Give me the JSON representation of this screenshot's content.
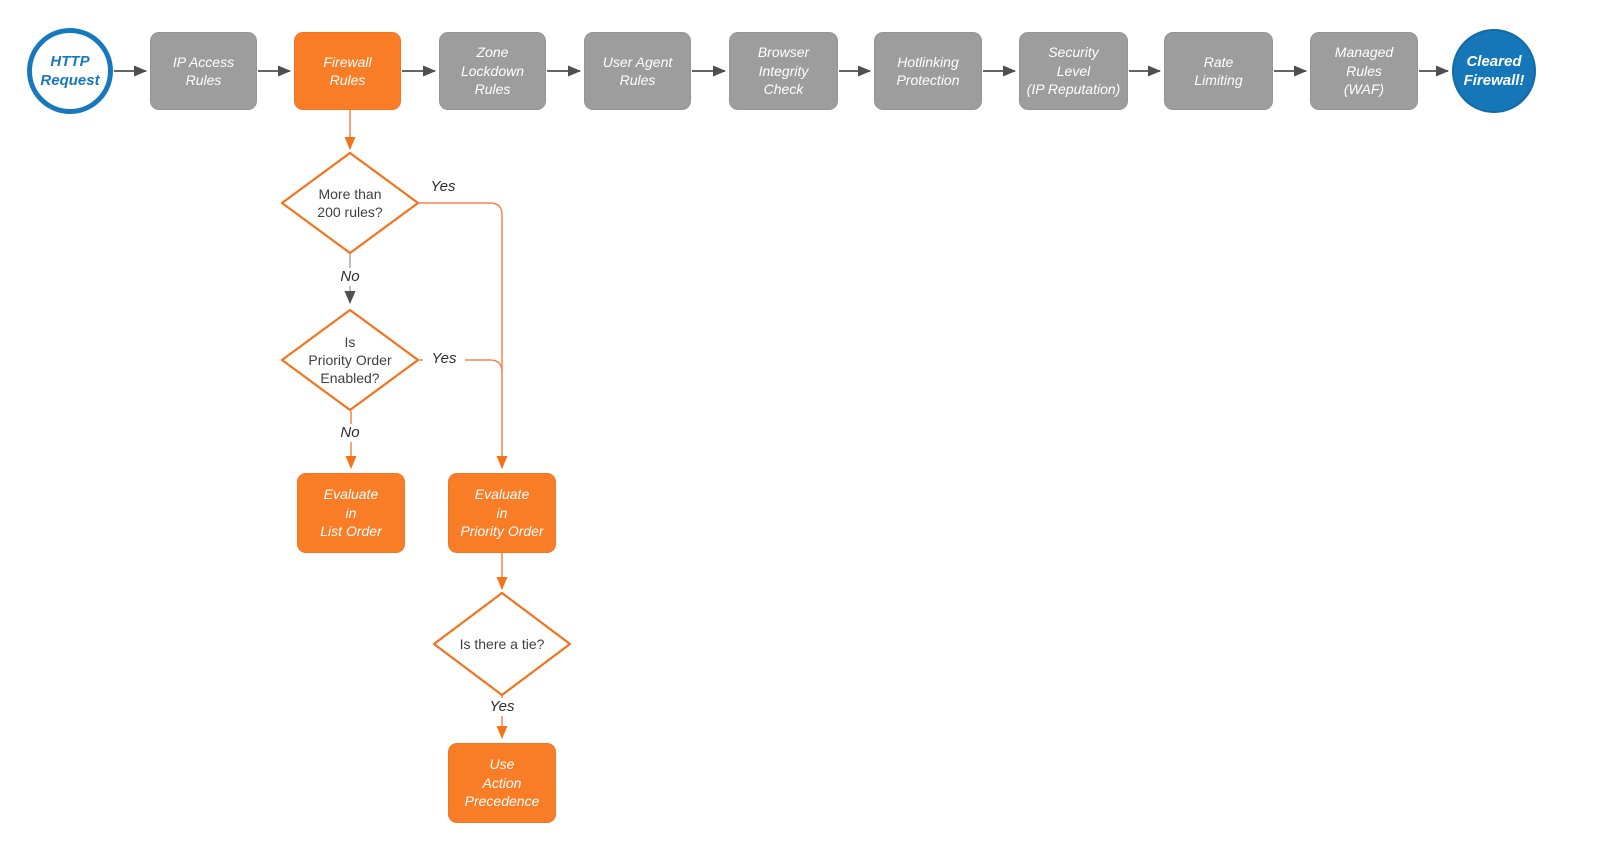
{
  "colors": {
    "accent_orange": "#f87d26",
    "node_gray": "#9d9d9d",
    "brand_blue": "#1878be",
    "wire_gray": "#4f4f4f",
    "wire_orange": "#f6854c",
    "diamond_stroke": "#f4731a"
  },
  "pipeline": [
    {
      "id": "http-request",
      "label": "HTTP\nRequest",
      "type": "start"
    },
    {
      "id": "ip-access-rules",
      "label": "IP Access\nRules",
      "type": "step"
    },
    {
      "id": "firewall-rules",
      "label": "Firewall\nRules",
      "type": "step-highlight"
    },
    {
      "id": "zone-lockdown-rules",
      "label": "Zone\nLockdown\nRules",
      "type": "step"
    },
    {
      "id": "user-agent-rules",
      "label": "User Agent\nRules",
      "type": "step"
    },
    {
      "id": "browser-integrity-check",
      "label": "Browser\nIntegrity\nCheck",
      "type": "step"
    },
    {
      "id": "hotlinking-protection",
      "label": "Hotlinking\nProtection",
      "type": "step"
    },
    {
      "id": "security-level",
      "label": "Security\nLevel\n(IP Reputation)",
      "type": "step"
    },
    {
      "id": "rate-limiting",
      "label": "Rate\nLimiting",
      "type": "step"
    },
    {
      "id": "managed-rules-waf",
      "label": "Managed\nRules\n(WAF)",
      "type": "step"
    },
    {
      "id": "cleared-firewall",
      "label": "Cleared\nFirewall!",
      "type": "end"
    }
  ],
  "branch": {
    "decision_rules_count": {
      "label": "More than\n200 rules?"
    },
    "decision_priority_order": {
      "label": "Is\nPriority Order\nEnabled?"
    },
    "evaluate_list_order": {
      "label": "Evaluate\nin\nList Order"
    },
    "evaluate_priority_order": {
      "label": "Evaluate\nin\nPriority Order"
    },
    "decision_tie": {
      "label": "Is there a tie?"
    },
    "use_action_precedence": {
      "label": "Use\nAction\nPrecedence"
    }
  },
  "edge_labels": {
    "rules_count_yes": "Yes",
    "rules_count_no": "No",
    "priority_yes": "Yes",
    "priority_no": "No",
    "tie_yes": "Yes"
  }
}
